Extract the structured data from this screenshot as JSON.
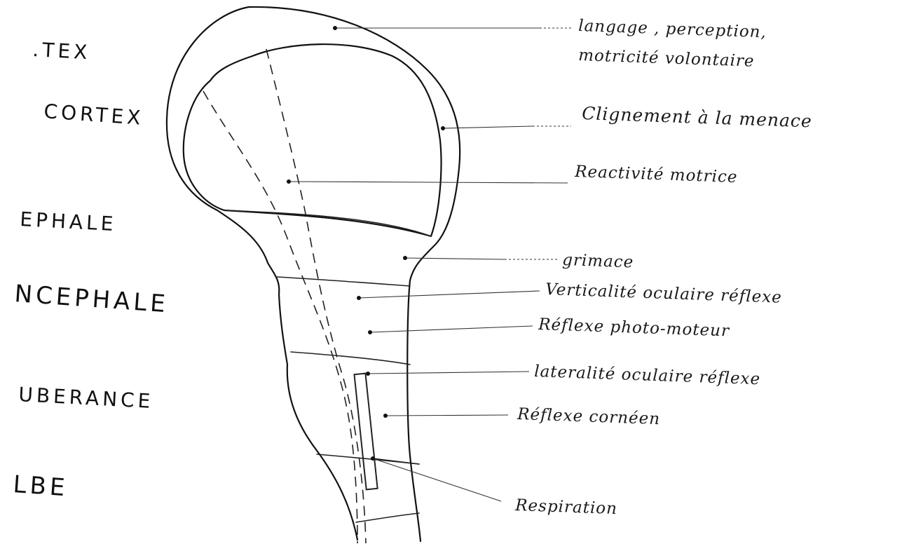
{
  "levels": [
    {
      "id": "cortex",
      "label": ".TEX"
    },
    {
      "id": "subcortex",
      "label": "CORTEX"
    },
    {
      "id": "diencephale",
      "label": "EPHALE"
    },
    {
      "id": "mesencephale",
      "label": "NCEPHALE"
    },
    {
      "id": "protuberance",
      "label": "UBERANCE"
    },
    {
      "id": "bulbe",
      "label": "LBE"
    }
  ],
  "functions": [
    {
      "id": "langage-1",
      "text": "langage , perception,"
    },
    {
      "id": "langage-2",
      "text": "motricité volontaire"
    },
    {
      "id": "clignement",
      "text": "Clignement à la menace"
    },
    {
      "id": "reactivite",
      "text": "Reactivité motrice"
    },
    {
      "id": "grimace",
      "text": "grimace"
    },
    {
      "id": "verticalite",
      "text": "Verticalité oculaire réflexe"
    },
    {
      "id": "photomoteur",
      "text": "Réflexe photo-moteur"
    },
    {
      "id": "lateralite",
      "text": "lateralité oculaire réflexe"
    },
    {
      "id": "corneen",
      "text": "Réflexe cornéen"
    },
    {
      "id": "respiration",
      "text": "Respiration"
    }
  ]
}
